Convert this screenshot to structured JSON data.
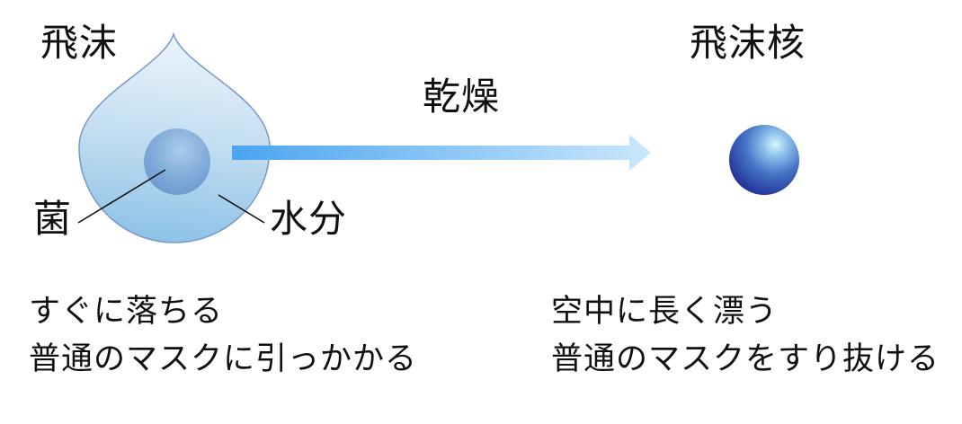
{
  "droplet_section": {
    "label": "飛沫",
    "germ_label": "菌",
    "moisture_label": "水分",
    "notes": [
      "すぐに落ちる",
      "普通のマスクに引っかかる"
    ]
  },
  "transition": {
    "label": "乾燥"
  },
  "nucleus_section": {
    "label": "飛沫核",
    "notes": [
      "空中に長く漂う",
      "普通のマスクをすり抜ける"
    ]
  },
  "colors": {
    "droplet_top": "#edf6fa",
    "droplet_mid": "#c3def1",
    "droplet_bottom": "#8dc2e7",
    "droplet_border": "#7b96c9",
    "germ_highlight": "#abcbe9",
    "germ_base": "#7ca7d8",
    "germ_edge": "#6590c6",
    "arrow_start": "#4ba4ef",
    "arrow_end": "#c9e7fc",
    "nucleus_highlight": "#d9f6fc",
    "nucleus_light": "#8ec2ec",
    "nucleus_mid": "#4674c6",
    "nucleus_deep": "#25369a",
    "nucleus_dark": "#1b2a84",
    "leader_line": "#111111",
    "text": "#101010"
  }
}
